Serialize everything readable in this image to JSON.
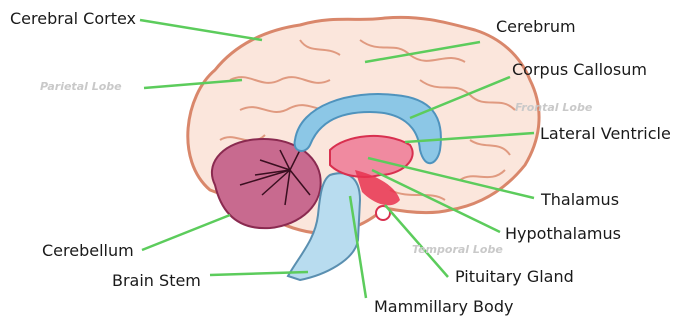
{
  "labels": {
    "cerebral_cortex": "Cerebral Cortex",
    "cerebrum": "Cerebrum",
    "corpus_callosum": "Corpus Callosum",
    "lateral_ventricle": "Lateral Ventricle",
    "thalamus": "Thalamus",
    "hypothalamus": "Hypothalamus",
    "pituitary_gland": "Pituitary Gland",
    "mammillary_body": "Mammillary Body",
    "brain_stem": "Brain Stem",
    "cerebellum": "Cerebellum"
  },
  "lobes": {
    "parietal": "Parietal Lobe",
    "frontal": "Frontal Lobe",
    "temporal": "Temporal Lobe"
  },
  "colors": {
    "leader_line": "#5ccc5c",
    "brain_outline": "#d9876b",
    "brain_fill": "#fbe6dc",
    "cerebellum": "#a03a63",
    "brainstem": "#a9d4ea",
    "corpus_callosum": "#8cc7e6",
    "thalamus_red": "#e8314f",
    "lobe_text": "#c9c9c9"
  }
}
